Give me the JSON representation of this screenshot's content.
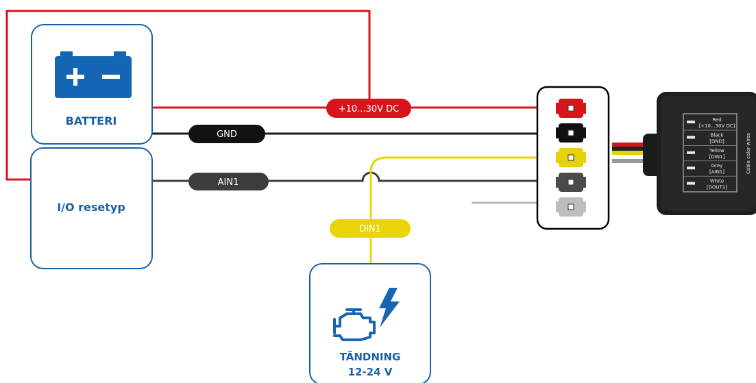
{
  "nodes": {
    "battery": {
      "label": "BATTERI",
      "icon": "car-battery-icon"
    },
    "io_device": {
      "label": "I/O resetyp"
    },
    "ignition": {
      "label_line1": "TÄNDNING",
      "label_line2": "12-24 V",
      "icon": "engine-lightning-icon"
    }
  },
  "wires": {
    "power": {
      "label": "+10...30V DC",
      "color": "#d8141b"
    },
    "ground": {
      "label": "GND",
      "color": "#1a1a1a"
    },
    "analog": {
      "label": "AIN1",
      "color": "#3d3d3d"
    },
    "digital": {
      "label": "DIN1",
      "color": "#e9d40a"
    }
  },
  "connector": {
    "pins": [
      {
        "color": "#d8141b"
      },
      {
        "color": "#111111"
      },
      {
        "color": "#e5d20b"
      },
      {
        "color": "#4a4a4a"
      },
      {
        "color": "#bdbdbd"
      }
    ]
  },
  "device": {
    "side_label": "Cable color wires",
    "rows": [
      {
        "line1": "Red",
        "line2": "[+10...30V DC]"
      },
      {
        "line1": "Black",
        "line2": "[GND]"
      },
      {
        "line1": "Yellow",
        "line2": "[DIN1]"
      },
      {
        "line1": "Grey",
        "line2": "[AIN1]"
      },
      {
        "line1": "White",
        "line2": "[DOUT1]"
      }
    ]
  },
  "colors": {
    "node_border": "#1a5fa6",
    "node_label": "#1a5fa6",
    "battery_icon": "#1565b5"
  }
}
